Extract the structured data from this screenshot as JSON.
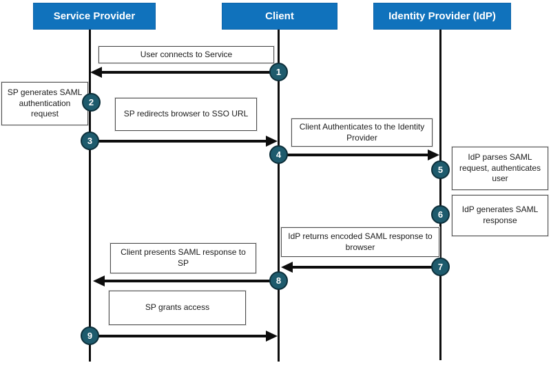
{
  "actors": [
    {
      "label": "Service Provider"
    },
    {
      "label": "Client"
    },
    {
      "label": "Identity Provider (IdP)"
    }
  ],
  "steps": [
    {
      "number": "1",
      "label": "User connects to Service"
    },
    {
      "number": "2",
      "label": "SP generates SAML authentication request"
    },
    {
      "number": "3",
      "label": "SP redirects browser to SSO URL"
    },
    {
      "number": "4",
      "label": "Client Authenticates to the Identity Provider"
    },
    {
      "number": "5",
      "label": "IdP parses SAML request, authenticates user"
    },
    {
      "number": "6",
      "label": "IdP generates SAML response"
    },
    {
      "number": "7",
      "label": "IdP returns encoded SAML response to browser"
    },
    {
      "number": "8",
      "label": "Client presents SAML response to SP"
    },
    {
      "number": "9",
      "label": "SP grants access"
    }
  ],
  "colors": {
    "actor_header_bg": "#1072BC",
    "actor_header_text": "#FFFFFF",
    "step_badge_bg": "#1E5B6D",
    "step_badge_border": "#0D2F3A",
    "step_badge_text": "#FFFFFF",
    "message_box_bg": "#FFFFFF",
    "message_box_border": "#4D4D4D",
    "line_color": "#0D0D0D"
  }
}
